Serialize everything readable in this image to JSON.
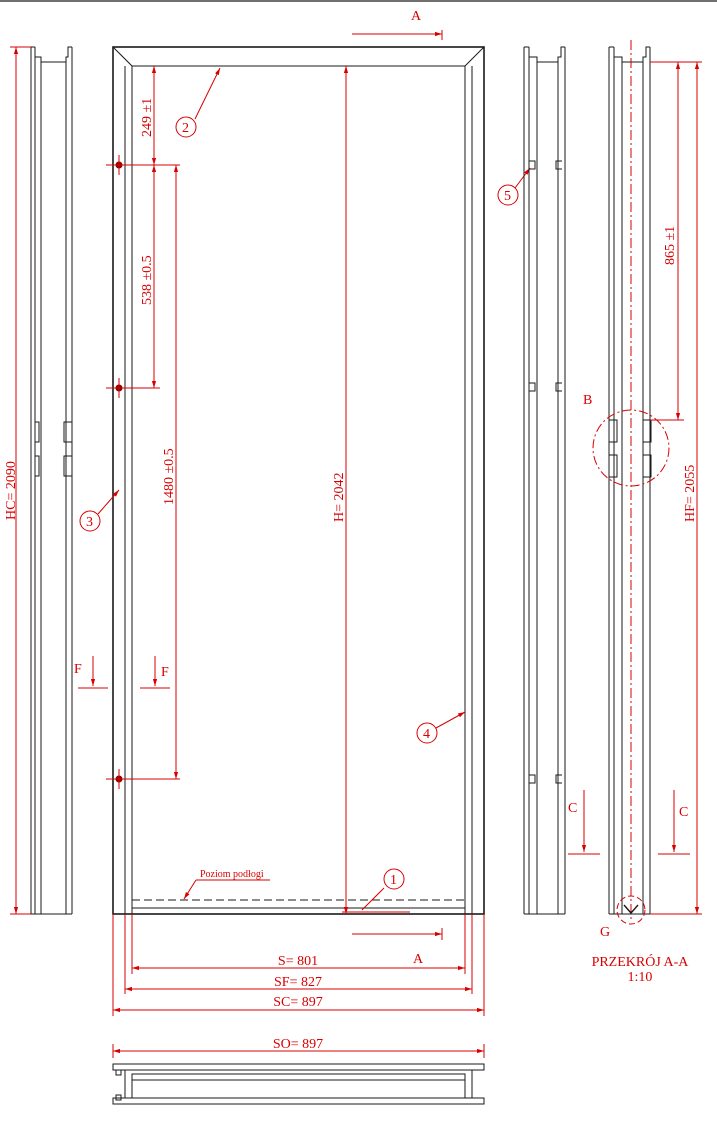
{
  "colors": {
    "dimension": "#d80000",
    "outline": "#1a1a1a",
    "background": "#ffffff"
  },
  "dimensions": {
    "hc": "HC= 2090",
    "h": "H= 2042",
    "hf": "HF= 2055",
    "top_offset": "249 ±1",
    "hinge_spacing": "538 ±0.5",
    "hinge_bottom": "1480 ±0.5",
    "side_hinge": "865 ±1",
    "s": "S=  801",
    "sf": "SF=  827",
    "sc": "SC=  897",
    "so": "SO=  897"
  },
  "callouts": [
    "1",
    "2",
    "3",
    "4",
    "5"
  ],
  "section_marks": {
    "a_top": "A",
    "a_bottom": "A",
    "b": "B",
    "c_left": "C",
    "c_right": "C",
    "f_left": "F",
    "f_right": "F",
    "g": "G"
  },
  "floor_label": "Poziom podłogi",
  "section_title": "PRZEKRÓJ A-A",
  "section_scale": "1:10"
}
